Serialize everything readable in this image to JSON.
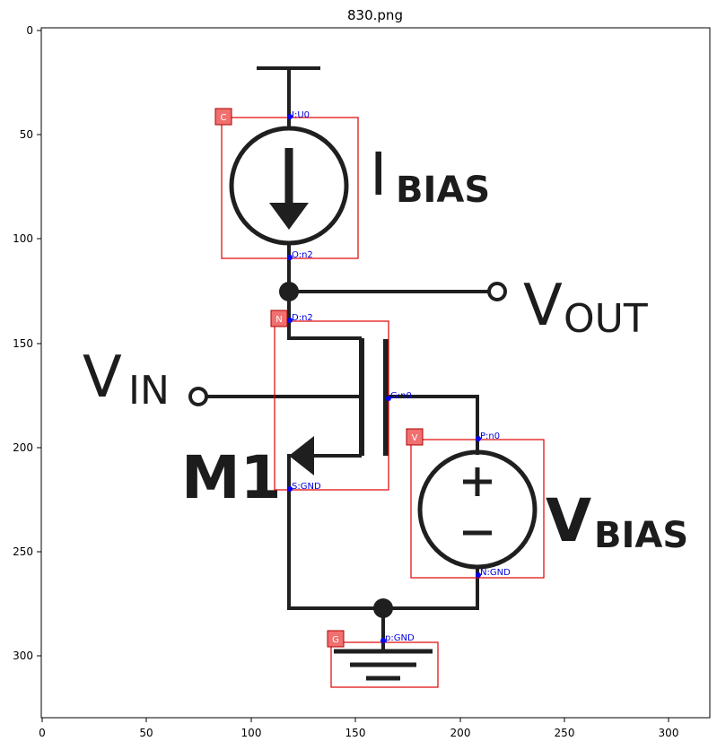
{
  "title": "830.png",
  "axes": {
    "x_ticks": [
      "0",
      "50",
      "100",
      "150",
      "200",
      "250",
      "300"
    ],
    "y_ticks": [
      "0",
      "50",
      "100",
      "150",
      "200",
      "250",
      "300"
    ],
    "xlim": [
      0,
      320
    ],
    "ylim": [
      330,
      0
    ]
  },
  "labels": {
    "ibias_main": "I",
    "ibias_sub": "BIAS",
    "vout_main": "V",
    "vout_sub": "OUT",
    "vin_main": "V",
    "vin_sub": "IN",
    "m1": "M1",
    "vbias_main": "V",
    "vbias_sub": "BIAS",
    "plus": "+",
    "minus": "–"
  },
  "components": [
    {
      "tag": "C",
      "pins": [
        "I:U0",
        "O:n2"
      ]
    },
    {
      "tag": "N",
      "pins": [
        "D:n2",
        "G:n0",
        "S:GND"
      ]
    },
    {
      "tag": "V",
      "pins": [
        "P:n0",
        "N:GND"
      ]
    },
    {
      "tag": "G",
      "pins": [
        "p:GND"
      ]
    }
  ],
  "colors": {
    "wire": "#1f1f1f",
    "box": "#e00000",
    "tag_fill": "#f07070",
    "pin_text": "#0000dd"
  }
}
